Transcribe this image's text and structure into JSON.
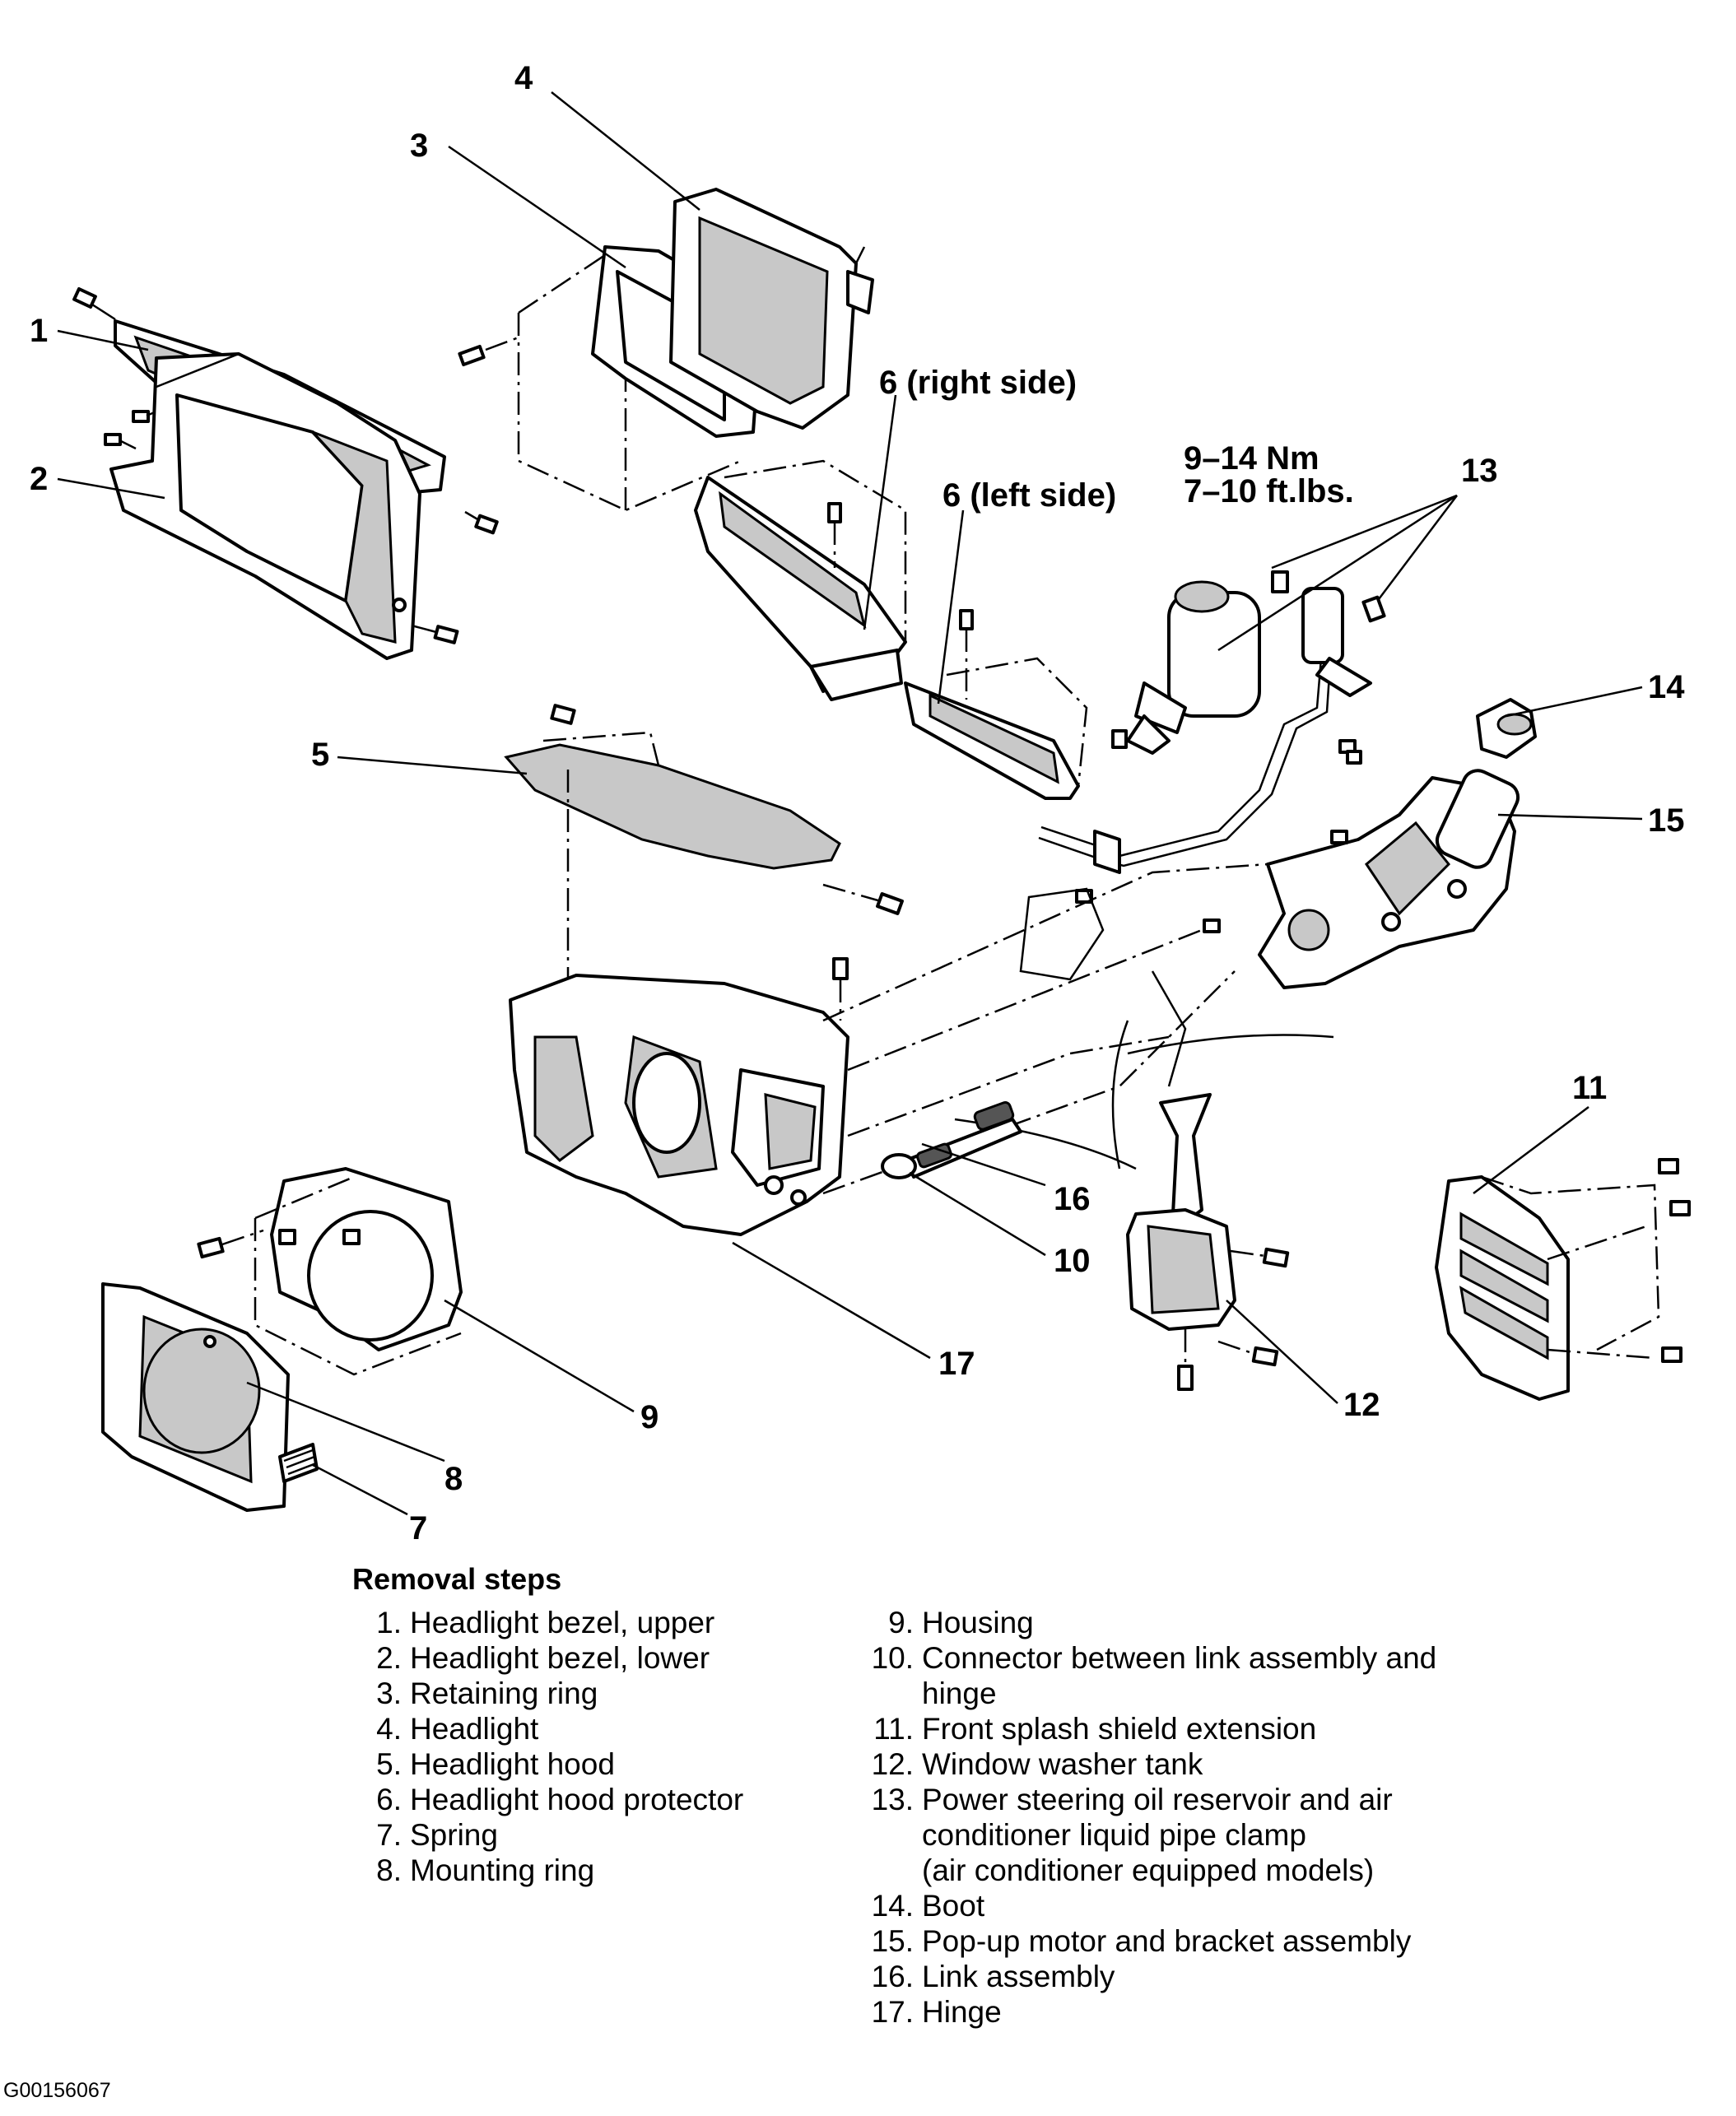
{
  "figure_id": "G00156067",
  "callouts": {
    "c1": "1",
    "c2": "2",
    "c3": "3",
    "c4": "4",
    "c5": "5",
    "c6_right": "6 (right side)",
    "c6_left": "6 (left side)",
    "c7": "7",
    "c8": "8",
    "c9": "9",
    "c10": "10",
    "c11": "11",
    "c12": "12",
    "c13": "13",
    "c14": "14",
    "c15": "15",
    "c16": "16",
    "c17": "17",
    "torque_nm": "9–14 Nm",
    "torque_ftlbs": "7–10 ft.lbs."
  },
  "legend": {
    "title": "Removal steps",
    "left": [
      {
        "num": "1.",
        "text": "Headlight bezel, upper"
      },
      {
        "num": "2.",
        "text": "Headlight bezel, lower"
      },
      {
        "num": "3.",
        "text": "Retaining ring"
      },
      {
        "num": "4.",
        "text": "Headlight"
      },
      {
        "num": "5.",
        "text": "Headlight hood"
      },
      {
        "num": "6.",
        "text": "Headlight hood protector"
      },
      {
        "num": "7.",
        "text": "Spring"
      },
      {
        "num": "8.",
        "text": "Mounting ring"
      }
    ],
    "right": [
      {
        "num": "9.",
        "text": "Housing"
      },
      {
        "num": "10.",
        "text": "Connector between link assembly and"
      },
      {
        "num": "",
        "text": "hinge"
      },
      {
        "num": "11.",
        "text": "Front splash shield extension"
      },
      {
        "num": "12.",
        "text": "Window washer tank"
      },
      {
        "num": "13.",
        "text": "Power steering oil reservoir and air"
      },
      {
        "num": "",
        "text": "conditioner liquid pipe clamp"
      },
      {
        "num": "",
        "text": "(air conditioner equipped models)"
      },
      {
        "num": "14.",
        "text": "Boot"
      },
      {
        "num": "15.",
        "text": "Pop-up motor and bracket assembly"
      },
      {
        "num": "16.",
        "text": "Link assembly"
      },
      {
        "num": "17.",
        "text": "Hinge"
      }
    ]
  }
}
